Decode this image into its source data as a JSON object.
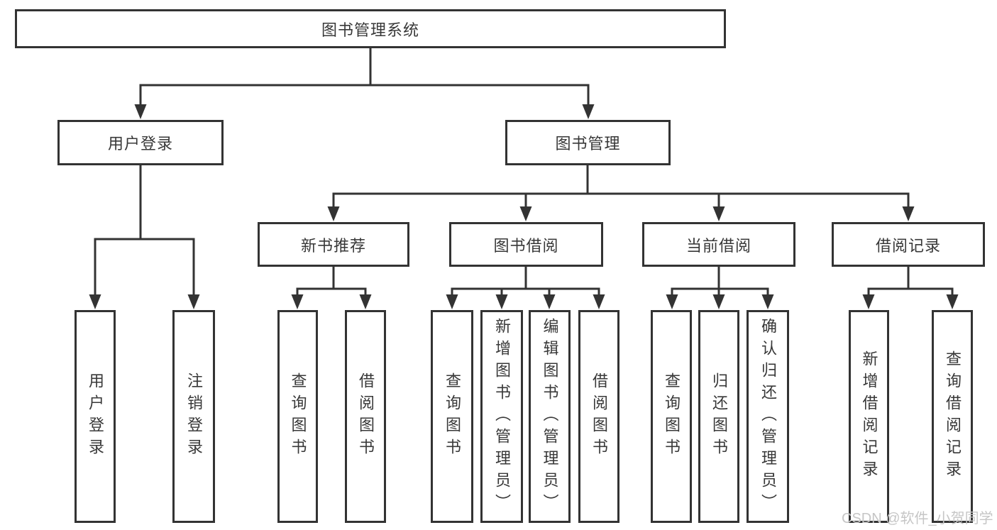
{
  "diagram": {
    "root_label": "图书管理系统",
    "level2": [
      {
        "label": "用户登录"
      },
      {
        "label": "图书管理"
      }
    ],
    "level3": [
      {
        "label": "新书推荐",
        "parent": "图书管理"
      },
      {
        "label": "图书借阅",
        "parent": "图书管理"
      },
      {
        "label": "当前借阅",
        "parent": "图书管理"
      },
      {
        "label": "借阅记录",
        "parent": "图书管理"
      }
    ],
    "leaves": [
      {
        "label": "用户登录",
        "parent": "用户登录"
      },
      {
        "label": "注销登录",
        "parent": "用户登录"
      },
      {
        "label": "查询图书",
        "parent": "新书推荐"
      },
      {
        "label": "借阅图书",
        "parent": "新书推荐"
      },
      {
        "label": "查询图书",
        "parent": "图书借阅"
      },
      {
        "label": "新增图书（管理员）",
        "parent": "图书借阅"
      },
      {
        "label": "编辑图书（管理员）",
        "parent": "图书借阅"
      },
      {
        "label": "借阅图书",
        "parent": "图书借阅"
      },
      {
        "label": "查询图书",
        "parent": "当前借阅"
      },
      {
        "label": "归还图书",
        "parent": "当前借阅"
      },
      {
        "label": "确认归还（管理员）",
        "parent": "当前借阅"
      },
      {
        "label": "新增借阅记录",
        "parent": "借阅记录"
      },
      {
        "label": "查询借阅记录",
        "parent": "借阅记录"
      }
    ]
  },
  "watermark": {
    "text": "CSDN @软件_小贺同学"
  },
  "colors": {
    "line": "#333333",
    "box_border": "#333333",
    "text": "#383838",
    "background": "#ffffff",
    "watermark": "#c6c6c6"
  }
}
